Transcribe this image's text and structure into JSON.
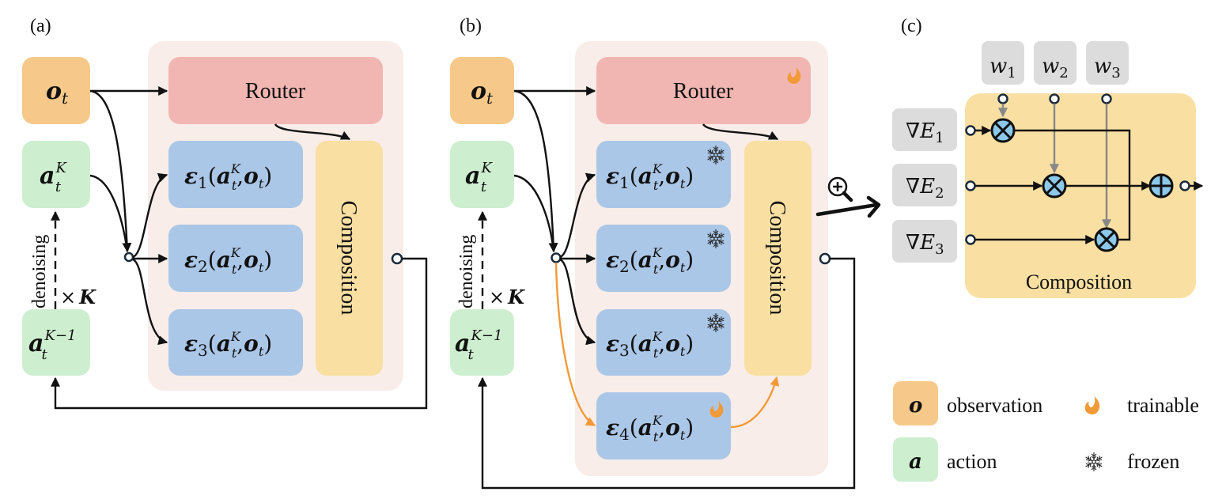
{
  "colors": {
    "observation": "#F6C98A",
    "action": "#CDEFCF",
    "router": "#F2B6B2",
    "expert": "#ABC7E8",
    "composition": "#F9DFA2",
    "container": "#F8EDE8",
    "weight_box": "#DCDCDC",
    "trainable": "#F29A38",
    "operator_fill": "#8CC8EA",
    "line": "#111111",
    "gray_line": "#888888"
  },
  "panels": {
    "a": {
      "label": "(a)",
      "obs": {
        "sym": "o",
        "sub": "t"
      },
      "act": {
        "sym": "a",
        "sub": "t",
        "sup": "K"
      },
      "act_prev": {
        "sym": "a",
        "sub": "t",
        "sup": "K−1"
      },
      "router": "Router",
      "composition": "Composition",
      "denoising": "denoising",
      "times_k": {
        "times": "×",
        "k": "K"
      },
      "experts": [
        {
          "eps": "ε",
          "idx": "1",
          "args_open": "(",
          "a": "a",
          "a_sup": "K",
          "a_sub": "t",
          "comma": ",",
          "o": "o",
          "o_sub": "t",
          "args_close": ")"
        },
        {
          "eps": "ε",
          "idx": "2",
          "args_open": "(",
          "a": "a",
          "a_sup": "K",
          "a_sub": "t",
          "comma": ",",
          "o": "o",
          "o_sub": "t",
          "args_close": ")"
        },
        {
          "eps": "ε",
          "idx": "3",
          "args_open": "(",
          "a": "a",
          "a_sup": "K",
          "a_sub": "t",
          "comma": ",",
          "o": "o",
          "o_sub": "t",
          "args_close": ")"
        }
      ]
    },
    "b": {
      "label": "(b)",
      "obs": {
        "sym": "o",
        "sub": "t"
      },
      "act": {
        "sym": "a",
        "sub": "t",
        "sup": "K"
      },
      "act_prev": {
        "sym": "a",
        "sub": "t",
        "sup": "K−1"
      },
      "router": "Router",
      "router_status": "trainable",
      "composition": "Composition",
      "denoising": "denoising",
      "times_k": {
        "times": "×",
        "k": "K"
      },
      "experts": [
        {
          "eps": "ε",
          "idx": "1",
          "args_open": "(",
          "a": "a",
          "a_sup": "K",
          "a_sub": "t",
          "comma": ",",
          "o": "o",
          "o_sub": "t",
          "args_close": ")",
          "status": "frozen"
        },
        {
          "eps": "ε",
          "idx": "2",
          "args_open": "(",
          "a": "a",
          "a_sup": "K",
          "a_sub": "t",
          "comma": ",",
          "o": "o",
          "o_sub": "t",
          "args_close": ")",
          "status": "frozen"
        },
        {
          "eps": "ε",
          "idx": "3",
          "args_open": "(",
          "a": "a",
          "a_sup": "K",
          "a_sub": "t",
          "comma": ",",
          "o": "o",
          "o_sub": "t",
          "args_close": ")",
          "status": "frozen"
        },
        {
          "eps": "ε",
          "idx": "4",
          "args_open": "(",
          "a": "a",
          "a_sup": "K",
          "a_sub": "t",
          "comma": ",",
          "o": "o",
          "o_sub": "t",
          "args_close": ")",
          "status": "trainable"
        }
      ],
      "zoom_icon": "zoom-in-icon"
    },
    "c": {
      "label": "(c)",
      "title": "Composition",
      "weights": [
        {
          "sym": "w",
          "sub": "1"
        },
        {
          "sym": "w",
          "sub": "2"
        },
        {
          "sym": "w",
          "sub": "3"
        }
      ],
      "gradients": [
        {
          "nabla": "∇",
          "sym": "E",
          "sub": "1"
        },
        {
          "nabla": "∇",
          "sym": "E",
          "sub": "2"
        },
        {
          "nabla": "∇",
          "sym": "E",
          "sub": "3"
        }
      ],
      "multiply_op": "multiply-icon",
      "sum_op": "sum-icon"
    }
  },
  "legend": {
    "items": [
      {
        "swatch": "o",
        "label": "observation",
        "kind": "observation"
      },
      {
        "swatch": "a",
        "label": "action",
        "kind": "action"
      },
      {
        "icon": "flame-icon",
        "label": "trainable"
      },
      {
        "icon": "snowflake-icon",
        "label": "frozen"
      }
    ]
  }
}
